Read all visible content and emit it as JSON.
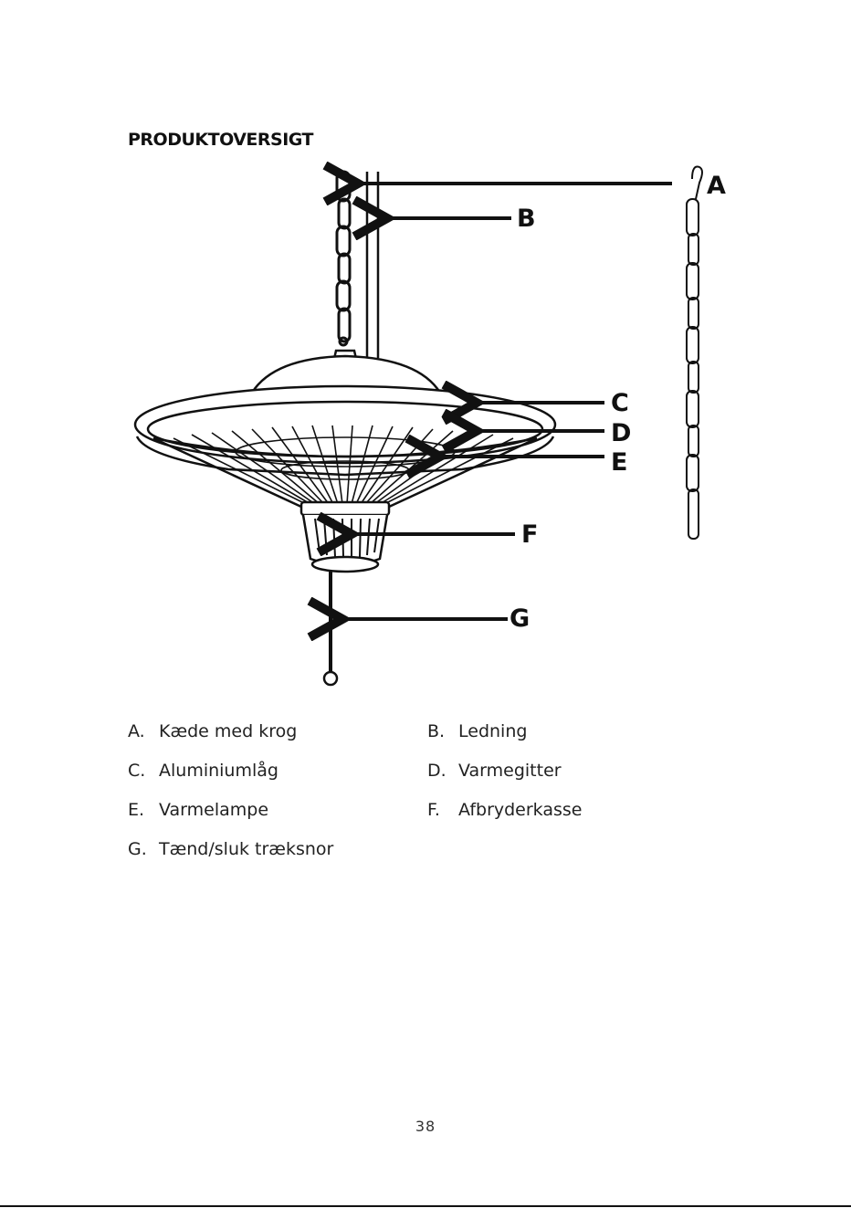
{
  "page": {
    "title": "PRODUKTOVERSIGT",
    "page_number": "38"
  },
  "diagram": {
    "labels": {
      "a": "A",
      "b": "B",
      "c": "C",
      "d": "D",
      "e": "E",
      "f": "F",
      "g": "G"
    }
  },
  "legend": [
    {
      "letter": "A.",
      "text": "Kæde med krog"
    },
    {
      "letter": "B.",
      "text": "Ledning"
    },
    {
      "letter": "C.",
      "text": "Aluminiumlåg"
    },
    {
      "letter": "D.",
      "text": "Varmegitter"
    },
    {
      "letter": "E.",
      "text": "Varmelampe"
    },
    {
      "letter": "F.",
      "text": "Afbryderkasse"
    },
    {
      "letter": "G.",
      "text": "Tænd/sluk træksnor"
    }
  ]
}
